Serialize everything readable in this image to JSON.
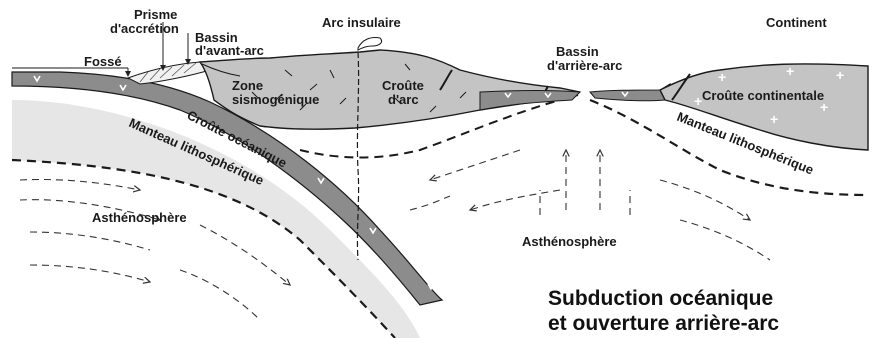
{
  "labels": {
    "prisme": [
      "Prisme",
      "d'accrétion"
    ],
    "fosse": "Fossé",
    "bassin_avant_arc": [
      "Bassin",
      "d'avant-arc"
    ],
    "arc_insulaire": "Arc insulaire",
    "zone_sismogenique": [
      "Zone",
      "sismogénique"
    ],
    "croute_arc": [
      "Croûte",
      "d'arc"
    ],
    "bassin_arriere_arc": [
      "Bassin",
      "d'arrière-arc"
    ],
    "continent": "Continent",
    "croute_continentale": "Croûte continentale",
    "croute_oceanique": "Croûte océanique",
    "manteau_litho_gauche": "Manteau lithosphérique",
    "manteau_litho_droite": "Manteau lithosphérique",
    "asthenosphere_gauche": "Asthénosphère",
    "asthenosphere_droite": "Asthénosphère"
  },
  "title": [
    "Subduction océanique",
    "et ouverture arrière-arc"
  ],
  "colors": {
    "crust_dark": "#8c8c8c",
    "arc_fill": "#c4c4c4",
    "litho_fill": "#e6e6e6",
    "line": "#1a1a1a"
  }
}
